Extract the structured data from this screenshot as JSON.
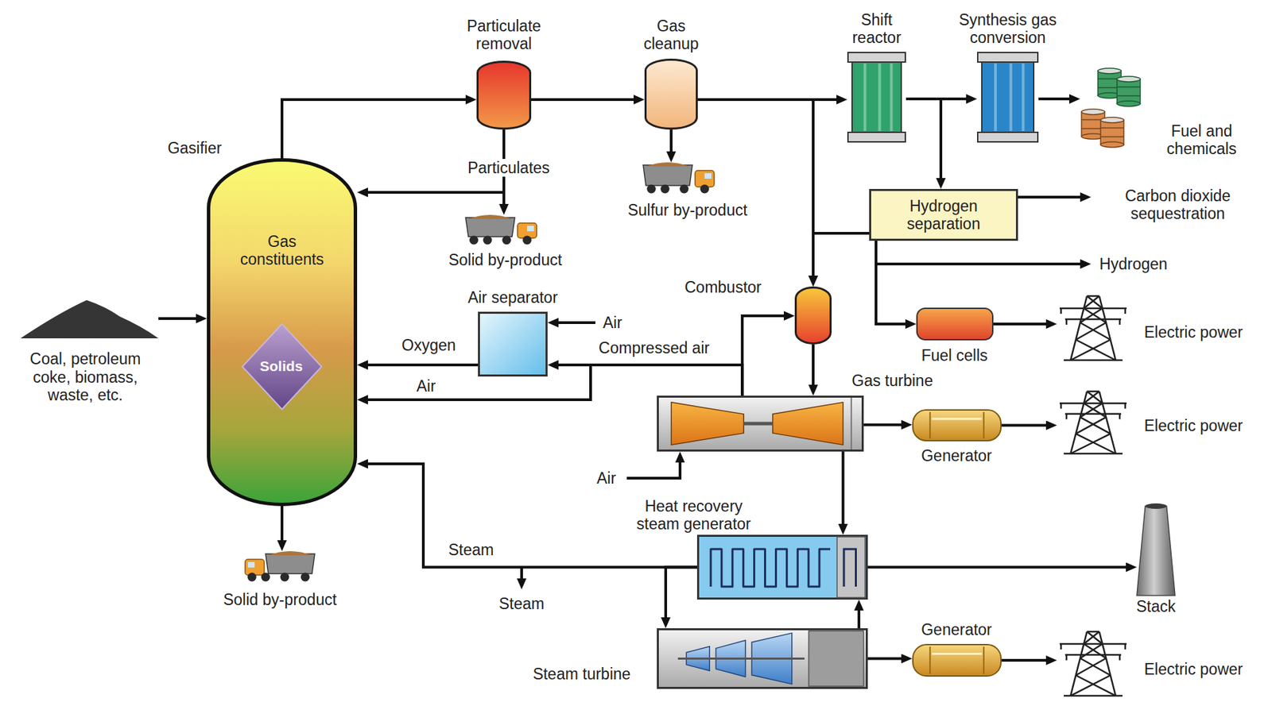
{
  "diagram": {
    "nodes": [
      {
        "text": [
          "Gasifier",
          "Gas constituents"
        ]
      },
      {
        "text": [
          "Solids"
        ],
        "in": 0
      },
      {
        "text": [
          "Coal, petroleum coke, biomass, waste, etc."
        ]
      },
      {
        "text": [
          "Particulate removal"
        ]
      },
      {
        "text": [
          "Gas cleanup"
        ]
      },
      {
        "text": [
          "Shift reactor"
        ]
      },
      {
        "text": [
          "Synthesis gas conversion"
        ]
      },
      {
        "text": [
          "Fuel and chemicals"
        ]
      },
      {
        "text": [
          "Solid by-product"
        ]
      },
      {
        "text": [
          "Sulfur by-product"
        ]
      },
      {
        "text": [
          "Hydrogen separation"
        ]
      },
      {
        "text": [
          "Air separator"
        ]
      },
      {
        "text": [
          "Combustor"
        ]
      },
      {
        "text": [
          "Fuel cells"
        ]
      },
      {
        "text": [
          "Electric power"
        ]
      },
      {
        "text": [
          "Gas turbine"
        ]
      },
      {
        "text": [
          "Generator"
        ]
      },
      {
        "text": [
          "Electric power"
        ]
      },
      {
        "text": [
          "Heat recovery steam generator"
        ]
      },
      {
        "text": [
          "Stack"
        ]
      },
      {
        "text": [
          "Steam turbine"
        ]
      },
      {
        "text": [
          "Generator"
        ]
      },
      {
        "text": [
          "Electric power"
        ]
      },
      {
        "text": [
          "Solid by-product"
        ]
      }
    ],
    "edges": [
      {
        "from": 2,
        "to": 0,
        "arrow": "to"
      },
      {
        "from": 0,
        "to": 3,
        "arrow": "to"
      },
      {
        "from": 3,
        "to": 4,
        "arrow": "to"
      },
      {
        "from": 3,
        "to": 8,
        "label": "Particulates",
        "arrow": "to"
      },
      {
        "from": 3,
        "to": 0,
        "arrow": "to"
      },
      {
        "from": 4,
        "to": 9,
        "arrow": "to"
      },
      {
        "from": 4,
        "to": 5,
        "arrow": "to"
      },
      {
        "from": 4,
        "to": 12,
        "arrow": "to"
      },
      {
        "from": 5,
        "to": 6,
        "arrow": "to"
      },
      {
        "from": 6,
        "to": 7,
        "arrow": "to"
      },
      {
        "from": 5,
        "to": 10,
        "arrow": "to"
      },
      {
        "from": 10,
        "to": 12,
        "arrow": "to"
      },
      {
        "from": 10,
        "to": 13,
        "arrow": "to"
      },
      {
        "from": 13,
        "to": 14,
        "arrow": "to"
      },
      {
        "from": 11,
        "to": 0,
        "label": "Oxygen",
        "arrow": "to"
      },
      {
        "from": 15,
        "to": 11,
        "label": "Compressed air",
        "arrow": "to"
      },
      {
        "from": 15,
        "to": 0,
        "label": "Air",
        "arrow": "to"
      },
      {
        "from": 15,
        "to": 12,
        "arrow": "to"
      },
      {
        "from": 12,
        "to": 15,
        "arrow": "to"
      },
      {
        "from": 15,
        "to": 16,
        "arrow": "to"
      },
      {
        "from": 16,
        "to": 17,
        "arrow": "to"
      },
      {
        "from": 15,
        "to": 18,
        "arrow": "to"
      },
      {
        "from": 18,
        "to": 19,
        "arrow": "to"
      },
      {
        "from": 18,
        "to": 20,
        "arrow": "to"
      },
      {
        "from": 20,
        "to": 18,
        "arrow": "to"
      },
      {
        "from": 18,
        "to": 0,
        "label": "Steam",
        "arrow": "to"
      },
      {
        "from": 20,
        "to": 21,
        "arrow": "to"
      },
      {
        "from": 21,
        "to": 22,
        "arrow": "to"
      },
      {
        "from": 0,
        "to": 23,
        "arrow": "to"
      }
    ],
    "labels": [
      "Carbon dioxide sequestration",
      "Hydrogen",
      "Air",
      "Air",
      "Steam"
    ]
  }
}
